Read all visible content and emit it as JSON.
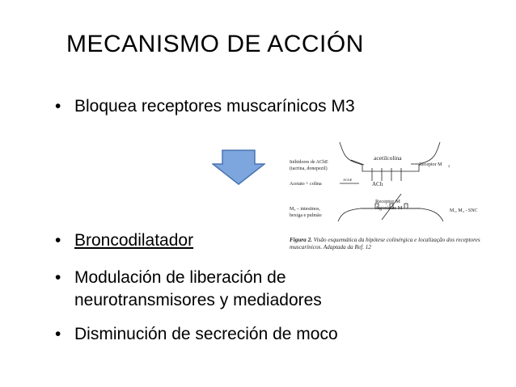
{
  "slide": {
    "title": "MECANISMO DE ACCIÓN",
    "bullet_symbol": "•",
    "bullets": [
      {
        "text": "Bloquea receptores muscarínicos M3"
      },
      {
        "text": "Broncodilatador"
      },
      {
        "line1": "Modulación de liberación de",
        "line2": "neurotransmisores y mediadores"
      },
      {
        "text": "Disminución de secreción de moco"
      }
    ]
  },
  "colors": {
    "arrow_fill": "#7ea6de",
    "arrow_stroke": "#4a74b0",
    "figure_ink": "#222222"
  },
  "figure": {
    "acetilcolina": "acetilcolina",
    "inhibidores_1": "Inibidores de AChE",
    "inhibidores_2": "(tacrina, donepezil)",
    "receptor_m2": "Receptor M",
    "receptor_m2_sub": "2",
    "acetato": "Acetato + colina",
    "ache": "AChE",
    "ach": "ACh",
    "receptor_m": "Receptor M",
    "agonistas": "Agonistas M",
    "m3_line1": "M₃ – intestinos,",
    "m3_line2": "bexiga e pulmão",
    "snc": "M₁, M₄ - SNC"
  },
  "caption": {
    "label": "Figura 2.",
    "text": " Visão esquemática da hipótese colinérgica e localização dos receptores muscarínicos. Adaptada da Ref. 12"
  }
}
